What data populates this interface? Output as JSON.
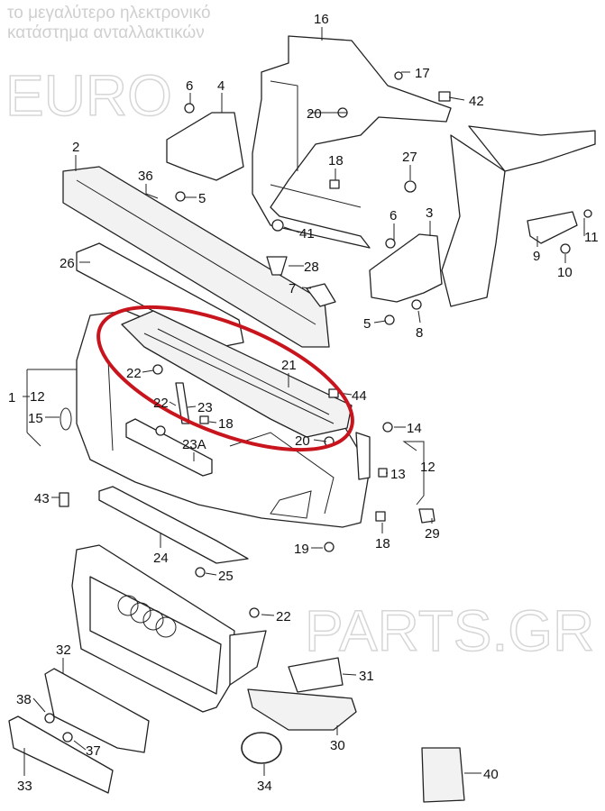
{
  "diagram": {
    "title": "Front bumper exploded parts diagram",
    "highlight_color": "#c8141c",
    "watermark": {
      "brand": "PARTS.GR",
      "tagline": "το μεγαλύτερο ηλεκτρονικό κατάστημα ανταλλακτικών"
    },
    "callouts": [
      "16",
      "17",
      "42",
      "6",
      "4",
      "20",
      "18",
      "27",
      "2",
      "36",
      "5",
      "6",
      "3",
      "11",
      "41",
      "9",
      "10",
      "26",
      "28",
      "7",
      "5",
      "8",
      "21",
      "22",
      "44",
      "1",
      "12",
      "22",
      "23",
      "15",
      "18",
      "14",
      "23A",
      "20",
      "12",
      "13",
      "43",
      "29",
      "18",
      "19",
      "24",
      "25",
      "22",
      "32",
      "31",
      "38",
      "37",
      "30",
      "34",
      "40",
      "33"
    ]
  }
}
